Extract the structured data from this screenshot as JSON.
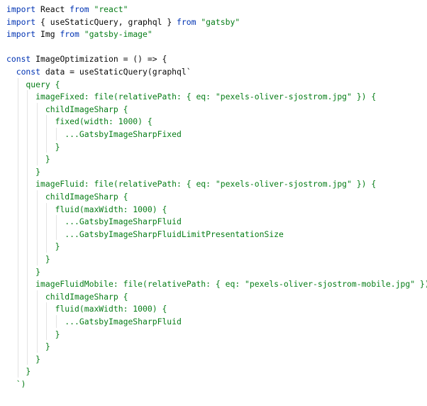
{
  "editor": {
    "language": "javascript",
    "colors": {
      "background": "#ffffff",
      "keyword": "#0033b3",
      "string": "#067d17",
      "graphql": "#067d17",
      "plain": "#080808",
      "indent_guide": "#e3e3e3"
    },
    "lines": [
      [
        {
          "t": "kw",
          "v": "import"
        },
        {
          "t": "plain",
          "v": " React "
        },
        {
          "t": "kw",
          "v": "from"
        },
        {
          "t": "plain",
          "v": " "
        },
        {
          "t": "str",
          "v": "\"react\""
        }
      ],
      [
        {
          "t": "kw",
          "v": "import"
        },
        {
          "t": "plain",
          "v": " { useStaticQuery, graphql } "
        },
        {
          "t": "kw",
          "v": "from"
        },
        {
          "t": "plain",
          "v": " "
        },
        {
          "t": "str",
          "v": "\"gatsby\""
        }
      ],
      [
        {
          "t": "kw",
          "v": "import"
        },
        {
          "t": "plain",
          "v": " Img "
        },
        {
          "t": "kw",
          "v": "from"
        },
        {
          "t": "plain",
          "v": " "
        },
        {
          "t": "str",
          "v": "\"gatsby-image\""
        }
      ],
      [],
      [
        {
          "t": "kw",
          "v": "const"
        },
        {
          "t": "plain",
          "v": " ImageOptimization = () => {"
        }
      ],
      [
        {
          "t": "plain",
          "v": "  "
        },
        {
          "t": "kw",
          "v": "const"
        },
        {
          "t": "plain",
          "v": " data = useStaticQuery(graphql`"
        }
      ],
      [
        {
          "t": "gql",
          "v": "    query {"
        }
      ],
      [
        {
          "t": "gql",
          "v": "      imageFixed: file(relativePath: { eq: \"pexels-oliver-sjostrom.jpg\" }) {"
        }
      ],
      [
        {
          "t": "gql",
          "v": "        childImageSharp {"
        }
      ],
      [
        {
          "t": "gql",
          "v": "          fixed(width: 1000) {"
        }
      ],
      [
        {
          "t": "gql",
          "v": "            ...GatsbyImageSharpFixed"
        }
      ],
      [
        {
          "t": "gql",
          "v": "          }"
        }
      ],
      [
        {
          "t": "gql",
          "v": "        }"
        }
      ],
      [
        {
          "t": "gql",
          "v": "      }"
        }
      ],
      [
        {
          "t": "gql",
          "v": "      imageFluid: file(relativePath: { eq: \"pexels-oliver-sjostrom.jpg\" }) {"
        }
      ],
      [
        {
          "t": "gql",
          "v": "        childImageSharp {"
        }
      ],
      [
        {
          "t": "gql",
          "v": "          fluid(maxWidth: 1000) {"
        }
      ],
      [
        {
          "t": "gql",
          "v": "            ...GatsbyImageSharpFluid"
        }
      ],
      [
        {
          "t": "gql",
          "v": "            ...GatsbyImageSharpFluidLimitPresentationSize"
        }
      ],
      [
        {
          "t": "gql",
          "v": "          }"
        }
      ],
      [
        {
          "t": "gql",
          "v": "        }"
        }
      ],
      [
        {
          "t": "gql",
          "v": "      }"
        }
      ],
      [
        {
          "t": "gql",
          "v": "      imageFluidMobile: file(relativePath: { eq: \"pexels-oliver-sjostrom-mobile.jpg\" }) {"
        }
      ],
      [
        {
          "t": "gql",
          "v": "        childImageSharp {"
        }
      ],
      [
        {
          "t": "gql",
          "v": "          fluid(maxWidth: 1000) {"
        }
      ],
      [
        {
          "t": "gql",
          "v": "            ...GatsbyImageSharpFluid"
        }
      ],
      [
        {
          "t": "gql",
          "v": "          }"
        }
      ],
      [
        {
          "t": "gql",
          "v": "        }"
        }
      ],
      [
        {
          "t": "gql",
          "v": "      }"
        }
      ],
      [
        {
          "t": "gql",
          "v": "    }"
        }
      ],
      [
        {
          "t": "gql",
          "v": "  `)"
        }
      ]
    ]
  }
}
